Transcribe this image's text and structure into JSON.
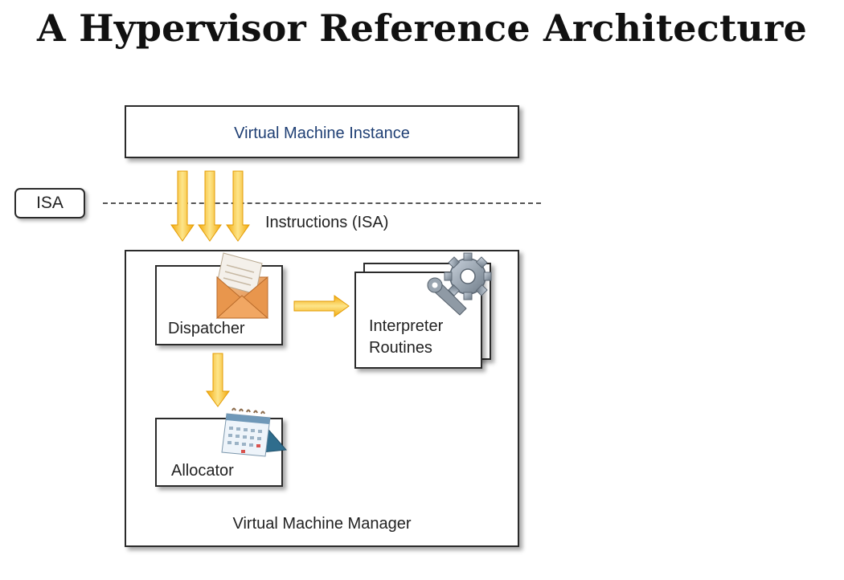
{
  "title": "A Hypervisor Reference Architecture",
  "diagram": {
    "vm_instance_label": "Virtual Machine Instance",
    "isa_label": "ISA",
    "instructions_label": "Instructions (ISA)",
    "vmm_label": "Virtual Machine Manager",
    "dispatcher_label": "Dispatcher",
    "interpreter_label_line1": "Interpreter",
    "interpreter_label_line2": "Routines",
    "allocator_label": "Allocator",
    "icons": [
      "envelope-icon",
      "gear-wrench-icon",
      "calendar-icon"
    ],
    "colors": {
      "arrow": "#f6b80f",
      "arrow_light": "#fde58a",
      "box_border": "#2b2b2b",
      "vmi_text": "#1f3f74"
    }
  }
}
